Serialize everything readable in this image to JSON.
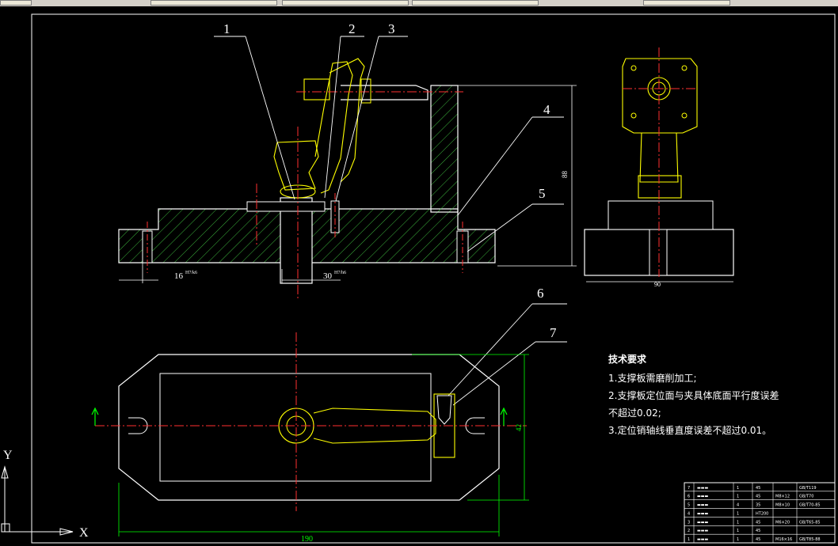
{
  "toolbar": {
    "buttons": [
      "",
      "",
      "",
      "",
      ""
    ]
  },
  "drawing": {
    "balloons": [
      "1",
      "2",
      "3",
      "4",
      "5",
      "6",
      "7"
    ],
    "dimensions": {
      "left_fit": "16",
      "left_fit_tol": "H7/k6",
      "center_fit": "30",
      "center_fit_tol": "H7/h6",
      "height": "88",
      "side_width": "90",
      "plan_length": "190",
      "plan_width": "42"
    },
    "tech_requirements": {
      "title": "技术要求",
      "items": [
        "1.支撑板需磨削加工;",
        "2.支撑板定位面与夹具体底面平行度误差",
        "不超过0.02;",
        "3.定位销轴线垂直度误差不超过0.01。"
      ]
    },
    "ucs": {
      "x_label": "X",
      "y_label": "Y"
    },
    "title_block": {
      "rows": [
        [
          "7",
          "▬▬▬",
          "1",
          "45",
          "",
          "GB/T119"
        ],
        [
          "6",
          "▬▬▬",
          "1",
          "45",
          "M8×12",
          "GB/T70"
        ],
        [
          "5",
          "▬▬▬",
          "4",
          "35",
          "M8×10",
          "GB/T70-85"
        ],
        [
          "4",
          "▬▬▬",
          "1",
          "HT200",
          "",
          ""
        ],
        [
          "3",
          "▬▬▬",
          "1",
          "45",
          "M6×20",
          "GB/T65-85"
        ],
        [
          "2",
          "▬▬▬",
          "1",
          "45",
          "",
          ""
        ],
        [
          "1",
          "▬▬▬",
          "1",
          "45",
          "M16×16",
          "GB/T85-88"
        ]
      ]
    }
  }
}
